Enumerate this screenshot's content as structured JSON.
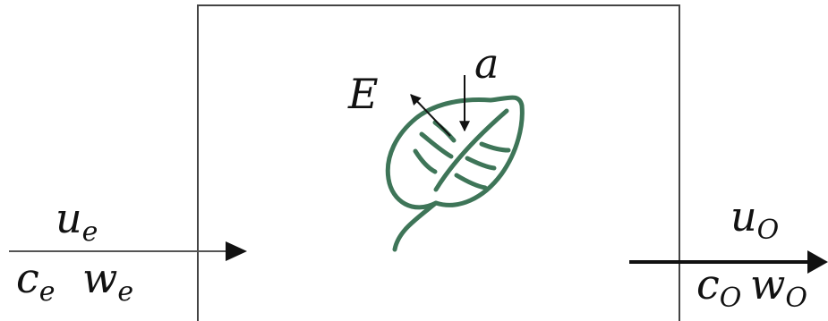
{
  "colors": {
    "ink": "#111111",
    "frame": "#444444",
    "leaf": "#3e7558",
    "background": "#ffffff"
  },
  "labels": {
    "E": "E",
    "a": "a",
    "inlet_velocity": {
      "symbol": "u",
      "subscript": "e"
    },
    "inlet_concentration": {
      "symbol": "c",
      "subscript": "e"
    },
    "inlet_humidity": {
      "symbol": "w",
      "subscript": "e"
    },
    "outlet_velocity": {
      "symbol": "u",
      "subscript": "O"
    },
    "outlet_concentration": {
      "symbol": "c",
      "subscript": "O"
    },
    "outlet_humidity": {
      "symbol": "w",
      "subscript": "O"
    }
  },
  "icons": {
    "center": "leaf-icon"
  }
}
